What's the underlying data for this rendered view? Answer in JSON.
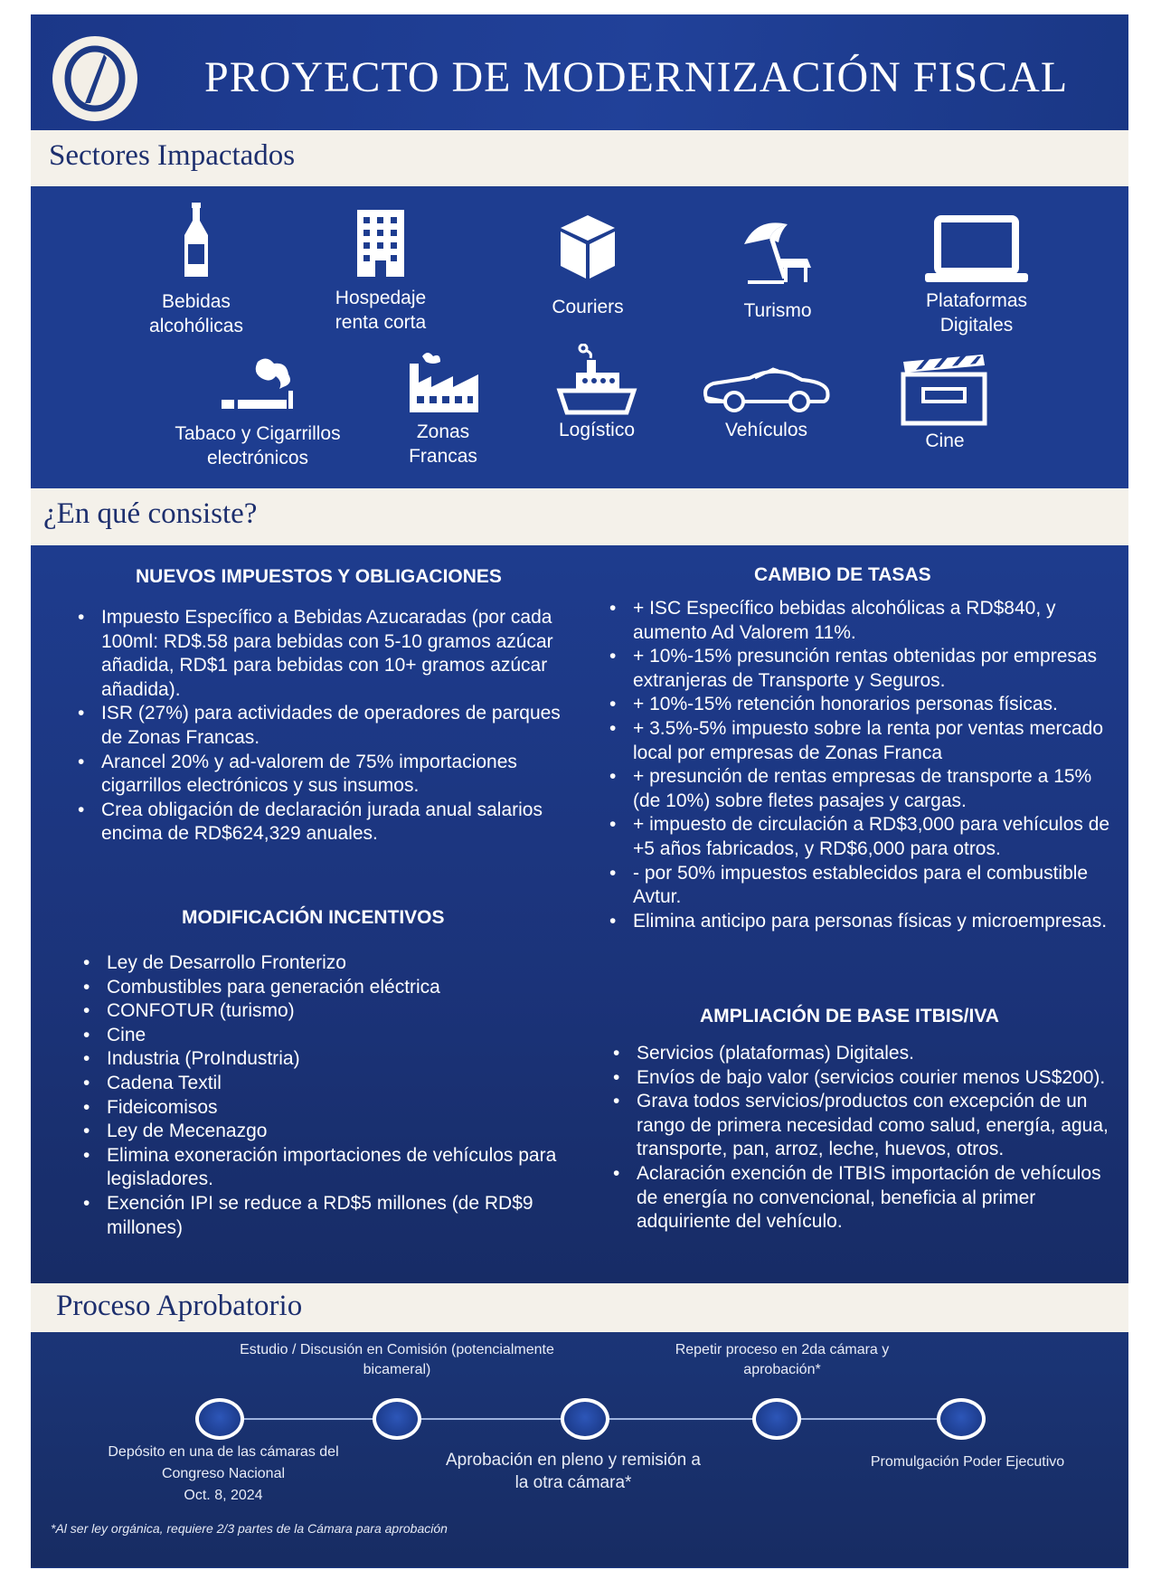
{
  "header": {
    "title": "PROYECTO DE MODERNIZACIÓN FISCAL"
  },
  "sectors": {
    "title": "Sectores Impactados",
    "items": [
      {
        "icon": "bottle-icon",
        "label": "Bebidas\nalcohólicas"
      },
      {
        "icon": "building-icon",
        "label": "Hospedaje\nrenta corta"
      },
      {
        "icon": "package-icon",
        "label": "Couriers"
      },
      {
        "icon": "beach-umbrella-icon",
        "label": "Turismo"
      },
      {
        "icon": "laptop-icon",
        "label": "Plataformas\nDigitales"
      },
      {
        "icon": "cigarette-icon",
        "label": "Tabaco y Cigarrillos\nelectrónicos"
      },
      {
        "icon": "factory-icon",
        "label": "Zonas\nFrancas"
      },
      {
        "icon": "ship-icon",
        "label": "Logístico"
      },
      {
        "icon": "car-icon",
        "label": "Vehículos"
      },
      {
        "icon": "clapperboard-icon",
        "label": "Cine"
      }
    ]
  },
  "consiste": {
    "title": "¿En qué consiste?",
    "nuevos": {
      "title": "NUEVOS IMPUESTOS Y OBLIGACIONES",
      "items": [
        "Impuesto Específico a Bebidas Azucaradas (por cada 100ml: RD$.58 para bebidas con 5-10 gramos azúcar añadida, RD$1 para bebidas con 10+ gramos azúcar añadida).",
        "ISR (27%) para actividades de operadores de parques de Zonas Francas.",
        "Arancel 20% y ad-valorem de 75% importaciones cigarrillos electrónicos y sus insumos.",
        "Crea  obligación de declaración jurada anual salarios encima de RD$624,329 anuales."
      ]
    },
    "incentivos": {
      "title": "MODIFICACIÓN INCENTIVOS",
      "items": [
        "Ley de Desarrollo Fronterizo",
        "Combustibles para generación eléctrica",
        "CONFOTUR (turismo)",
        "Cine",
        "Industria (ProIndustria)",
        "Cadena Textil",
        "Fideicomisos",
        "Ley de Mecenazgo",
        "Elimina exoneración importaciones de vehículos para legisladores.",
        "Exención IPI se reduce a RD$5 millones (de RD$9 millones)"
      ]
    },
    "tasas": {
      "title": "CAMBIO DE TASAS",
      "items": [
        "+ ISC Específico bebidas alcohólicas a RD$840, y aumento Ad Valorem 11%.",
        "+ 10%-15% presunción rentas obtenidas por  empresas extranjeras de Transporte y Seguros.",
        "+ 10%-15% retención honorarios personas físicas.",
        "+ 3.5%-5% impuesto sobre la renta por ventas mercado local por empresas de Zonas Franca",
        "+ presunción de rentas empresas de transporte a 15% (de 10%) sobre fletes pasajes y cargas.",
        "+ impuesto de circulación a RD$3,000 para vehículos de +5 años fabricados, y RD$6,000 para otros.",
        "- por 50% impuestos establecidos para el combustible Avtur.",
        "Elimina anticipo para personas físicas y microempresas."
      ]
    },
    "itbis": {
      "title": "AMPLIACIÓN DE BASE ITBIS/IVA",
      "items": [
        "Servicios (plataformas) Digitales.",
        "Envíos de bajo valor (servicios courier menos US$200).",
        "Grava todos servicios/productos con excepción de un rango de primera necesidad como salud, energía, agua, transporte, pan, arroz, leche, huevos, otros.",
        "Aclaración exención de ITBIS importación de vehículos de energía no convencional, beneficia al primer adquiriente del vehículo."
      ]
    }
  },
  "proceso": {
    "title": "Proceso Aprobatorio",
    "steps": [
      "Depósito en una de las cámaras del Congreso Nacional\nOct. 8, 2024",
      "Estudio / Discusión en Comisión (potencialmente bicameral)",
      "Aprobación en pleno y remisión a la otra cámara*",
      "Repetir proceso en 2da cámara y aprobación*",
      "Promulgación Poder Ejecutivo"
    ],
    "footnote": "*Al ser ley orgánica, requiere 2/3 partes de la Cámara para aprobación"
  }
}
